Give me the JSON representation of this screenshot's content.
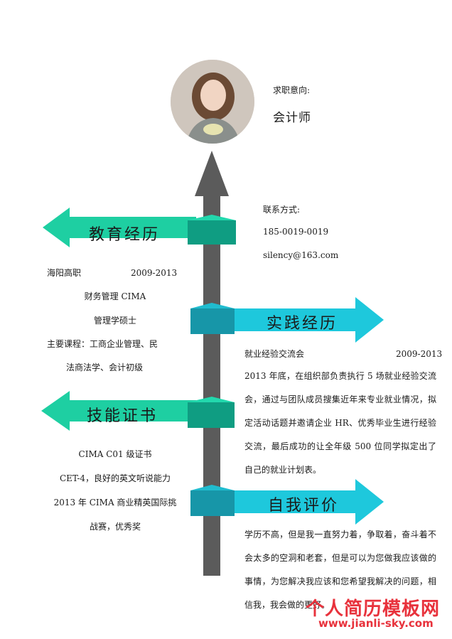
{
  "colors": {
    "shaft": "#5b5b5b",
    "left_arrow": "#1ecfa2",
    "right_arrow": "#1ec8dc",
    "band_left": "#0f9d82",
    "band_right": "#1796a8",
    "watermark": "#e8323c"
  },
  "header": {
    "intent_label": "求职意向:",
    "intent_value": "会计师",
    "avatar_icon": "person-photo-icon"
  },
  "contact": {
    "label": "联系方式:",
    "phone": "185-0019-0019",
    "email": "silency@163.com"
  },
  "education": {
    "title": "教育经历",
    "school": "海阳高职",
    "period": "2009-2013",
    "major": "财务管理 CIMA",
    "degree": "管理学硕士",
    "courses_1": "主要课程：工商企业管理、民",
    "courses_2": "法商法学、会计初级"
  },
  "practice": {
    "title": "实践经历",
    "org": "就业经验交流会",
    "period": "2009-2013",
    "desc": "2013 年底，在组织部负责执行 5 场就业经验交流会，通过与团队成员搜集近年来专业就业情况，拟定活动话题并邀请企业 HR、优秀毕业生进行经验交流，最后成功的让全年级 500 位同学拟定出了自己的就业计划表。"
  },
  "skills": {
    "title": "技能证书",
    "items": [
      "CIMA C01 级证书",
      "CET-4，良好的英文听说能力",
      "2013 年 CIMA 商业精英国际挑",
      "战赛，优秀奖"
    ]
  },
  "self_eval": {
    "title": "自我评价",
    "desc": "学历不高，但是我一直努力着，争取着，奋斗着不会太多的空洞和老套，但是可以为您做我应该做的事情，为您解决我应该和您希望我解决的问题，相信我，我会做的更好。"
  },
  "watermark": {
    "name": "个人简历模板网",
    "url": "www.jianli-sky.com"
  }
}
